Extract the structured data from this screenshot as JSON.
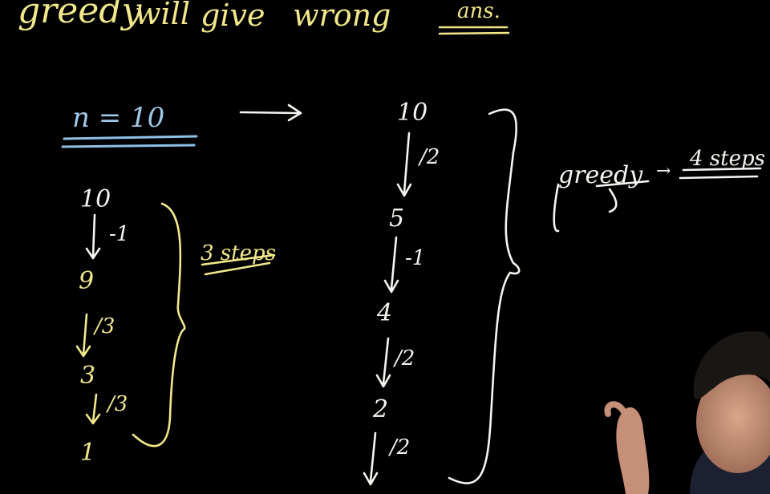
{
  "heading": {
    "greedy": "greedy",
    "will": "will",
    "give": "give",
    "wrong": "wrong",
    "ans": "ans."
  },
  "left_example": {
    "n_label": "n = 10",
    "steps": [
      "10",
      "9",
      "3",
      "1"
    ],
    "ops": [
      "-1",
      "/3",
      "/3"
    ],
    "note": "3 steps"
  },
  "right_example": {
    "steps": [
      "10",
      "5",
      "4",
      "2"
    ],
    "ops": [
      "/2",
      "-1",
      "/2",
      "/2"
    ],
    "note_prefix": "greedy",
    "note_arrow": "→",
    "note": "4 steps"
  },
  "colors": {
    "ink_white": "#f5f5f0",
    "ink_yellow": "#f2e88a",
    "ink_blue": "#9ec9e8",
    "board": "#000000"
  }
}
